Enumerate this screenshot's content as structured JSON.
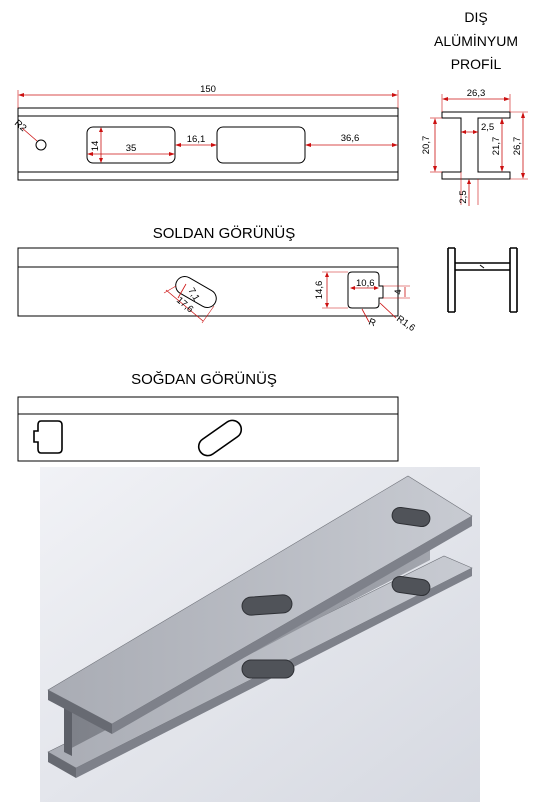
{
  "profile_title": [
    "DIŞ",
    "ALÜMİNYUM",
    "PROFİL"
  ],
  "views": {
    "left_view_title": "SOLDAN GÖRÜNÜŞ",
    "right_view_title": "SOĞDAN GÖRÜNÜŞ"
  },
  "top_view": {
    "overall_length": "150",
    "hole_radius": "R2",
    "slot_height": "14",
    "slot_offset": "35",
    "slot_gap": "16,1",
    "slot_end_offset": "36,6"
  },
  "section": {
    "width": "26,3",
    "height_outer": "26,7",
    "height_inner_left": "20,7",
    "height_inner_right": "21,7",
    "flange_thickness": "2,5",
    "web_thickness": "2,5"
  },
  "left_view": {
    "slot_width": "7,1",
    "slot_length": "17,6",
    "notch_height": "14,6",
    "notch_width": "10,6",
    "notch_depth": "4",
    "corner_radius": "R1,6",
    "radius_label": "R"
  },
  "render_3d": {
    "colors": {
      "background": "#e4e6ec",
      "metal_top": "#b9bcc4",
      "metal_side": "#8c8f97"
    }
  }
}
